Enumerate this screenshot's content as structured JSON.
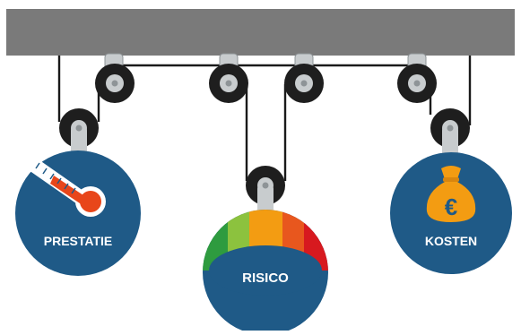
{
  "labels": {
    "prestatie": "PRESTATIE",
    "risico": "RISICO",
    "kosten": "KOSTEN"
  },
  "icons": {
    "prestatie": "thermometer-icon",
    "kosten": "euro-money-bag-icon"
  },
  "colors": {
    "ceiling": "#7a7a7a",
    "circle": "#1f5a87",
    "pulley": "#1e1e1e",
    "hub": "#c8ccce",
    "text": "#ffffff",
    "gauge": [
      "#2e9b3f",
      "#8cc23e",
      "#f39c12",
      "#e8571e",
      "#d7191f"
    ],
    "thermometer": "#e8461a",
    "money_bag": "#f39c12"
  }
}
